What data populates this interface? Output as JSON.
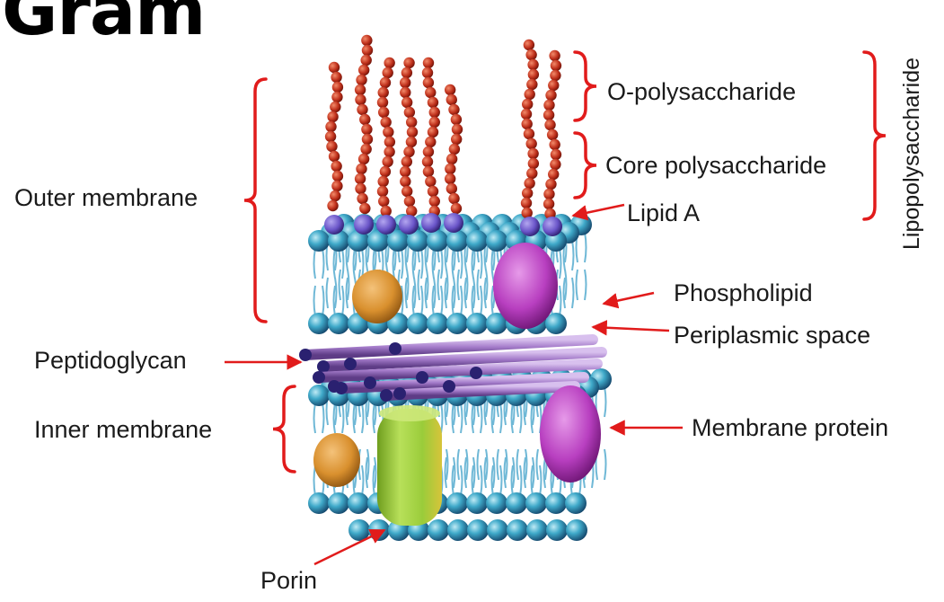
{
  "title": "Gram",
  "labels": {
    "outer_membrane": "Outer membrane",
    "peptidoglycan": "Peptidoglycan",
    "inner_membrane": "Inner membrane",
    "porin": "Porin",
    "o_polysaccharide": "O-polysaccharide",
    "core_polysaccharide": "Core polysaccharide",
    "lipid_a": "Lipid A",
    "phospholipid": "Phospholipid",
    "periplasmic_space": "Periplasmic space",
    "membrane_protein": "Membrane protein",
    "lipopolysaccharide": "Lipopolysaccharide"
  },
  "colors": {
    "bracket": "#e11b1b",
    "arrow": "#e11b1b",
    "lipid_head": "#3fa9c9",
    "lipid_head_dark": "#1c5c86",
    "lipid_tail": "#6fb8d6",
    "sugar_chain": "#c0311c",
    "lipid_a_head": "#6a55c8",
    "peptidoglycan": "#a37ac9",
    "peptidoglycan_end": "#2a2170",
    "porin": "#9acc3a",
    "membrane_protein": "#b83fc0",
    "orange_protein": "#d9902e"
  }
}
